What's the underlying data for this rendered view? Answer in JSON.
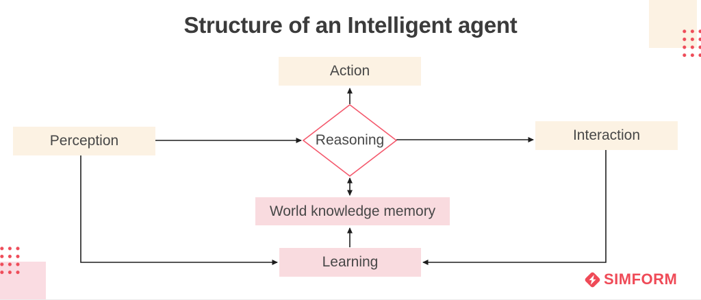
{
  "title": "Structure of an Intelligent agent",
  "nodes": {
    "action": {
      "label": "Action",
      "shape": "rect",
      "fill": "#fcf2e3"
    },
    "perception": {
      "label": "Perception",
      "shape": "rect",
      "fill": "#fcf2e3"
    },
    "reasoning": {
      "label": "Reasoning",
      "shape": "diamond",
      "fill": "#ffffff",
      "border": "#f4586c"
    },
    "interaction": {
      "label": "Interaction",
      "shape": "rect",
      "fill": "#fcf2e3"
    },
    "wkm": {
      "label": "World knowledge memory",
      "shape": "rect",
      "fill": "#f9dbdf"
    },
    "learning": {
      "label": "Learning",
      "shape": "rect",
      "fill": "#f9dbdf"
    }
  },
  "edges": [
    {
      "from": "Perception",
      "to": "Reasoning",
      "arrow": "single"
    },
    {
      "from": "Reasoning",
      "to": "Action",
      "arrow": "single"
    },
    {
      "from": "Reasoning",
      "to": "Interaction",
      "arrow": "single"
    },
    {
      "from": "Reasoning",
      "to": "World knowledge memory",
      "arrow": "double"
    },
    {
      "from": "Learning",
      "to": "World knowledge memory",
      "arrow": "single"
    },
    {
      "from": "Perception",
      "to": "Learning",
      "arrow": "single"
    },
    {
      "from": "Interaction",
      "to": "Learning",
      "arrow": "single"
    }
  ],
  "brand": {
    "name": "SIMFORM",
    "color": "#ef4a57"
  },
  "colors": {
    "cream_box": "#fcf2e3",
    "pink_box": "#f9dbdf",
    "diamond_border": "#f4586c",
    "connector_line": "#1d1d1d",
    "label_text": "#474747",
    "title_text": "#3b3b3b",
    "dot_red": "#ee4c59"
  }
}
